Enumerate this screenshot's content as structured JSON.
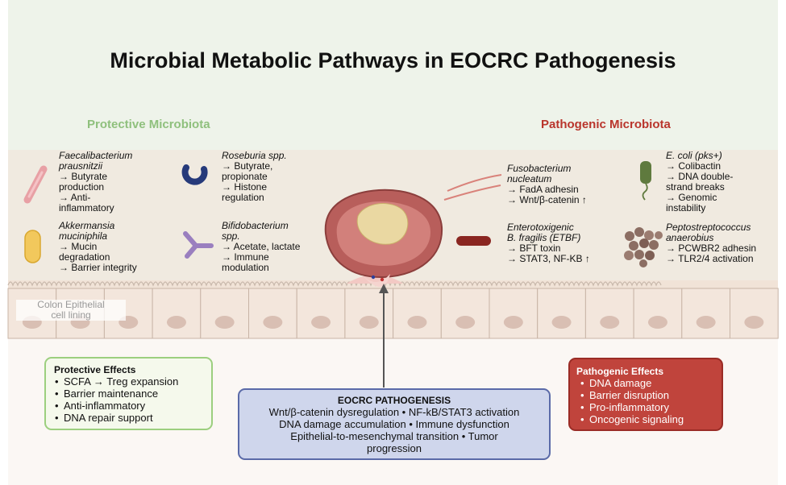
{
  "title": "Microbial Metabolic Pathways in EOCRC Pathogenesis",
  "headers": {
    "protective": "Protective Microbiota",
    "pathogenic": "Pathogenic Microbiota"
  },
  "species": {
    "faecalibacterium": {
      "name": [
        "Faecalibacterium",
        "prausnitzii"
      ],
      "effects": [
        "→ Butyrate",
        "production",
        "→ Anti-",
        "inflammatory"
      ]
    },
    "roseburia": {
      "name": [
        "Roseburia spp."
      ],
      "effects": [
        "→ Butyrate,",
        "propionate",
        "→ Histone",
        "regulation"
      ]
    },
    "akkermansia": {
      "name": [
        "Akkermansia",
        "muciniphila"
      ],
      "effects": [
        "→ Mucin",
        "degradation",
        "→ Barrier integrity"
      ]
    },
    "bifidobacterium": {
      "name": [
        "Bifidobacterium",
        "spp."
      ],
      "effects": [
        "→ Acetate, lactate",
        "→ Immune",
        "modulation"
      ]
    },
    "fusobacterium": {
      "name": [
        "Fusobacterium",
        "nucleatum"
      ],
      "effects": [
        "→ FadA adhesin",
        "→ Wnt/β-catenin ↑"
      ]
    },
    "ecoli": {
      "name": [
        "E. coli (pks+)"
      ],
      "effects": [
        "→ Colibactin",
        "→ DNA double-",
        "strand breaks",
        "→ Genomic",
        "instability"
      ]
    },
    "etbf": {
      "name": [
        "Enterotoxigenic",
        "B. fragilis (ETBF)"
      ],
      "effects": [
        "→ BFT toxin",
        "→ STAT3, NF-KB ↑"
      ]
    },
    "peptostreptococcus": {
      "name": [
        "Peptostreptococcus",
        "anaerobius"
      ],
      "effects": [
        "→ PCWBR2 adhesin",
        "→ TLR2/4 activation"
      ]
    }
  },
  "epithelium_label": [
    "Colon Epithelial",
    "cell lining"
  ],
  "protective_effects": {
    "title": "Protective Effects",
    "items": [
      "SCFA → Treg expansion",
      "Barrier maintenance",
      "Anti-inflammatory",
      "DNA repair support"
    ]
  },
  "pathogenic_effects": {
    "title": "Pathogenic Effects",
    "items": [
      "DNA damage",
      "Barrier disruption",
      "Pro-inflammatory",
      "Oncogenic signaling"
    ]
  },
  "eocrc": {
    "title": "EOCRC PATHOGENESIS",
    "lines": [
      "Wnt/β-catenin dysregulation • NF-kB/STAT3 activation",
      "DNA damage accumulation • Immune dysfunction",
      "Epithelial-to-mesenchymal transition • Tumor",
      "progression"
    ]
  },
  "colors": {
    "protective_green": "#8fc07d",
    "pathogenic_red": "#b9352c",
    "eocrc_blue": "#cfd6ec"
  },
  "icons": {
    "faecalibacterium": "pink-rod-bacterium-icon",
    "roseburia": "blue-curved-bacterium-icon",
    "akkermansia": "yellow-oval-bacterium-icon",
    "bifidobacterium": "purple-branched-bacterium-icon",
    "fusobacterium": "red-filament-bacteria-icon",
    "ecoli": "green-flagellated-bacterium-icon",
    "etbf": "dark-red-rod-bacterium-icon",
    "peptostreptococcus": "brown-cocci-cluster-icon",
    "tumor": "polyp-tumor-icon"
  }
}
